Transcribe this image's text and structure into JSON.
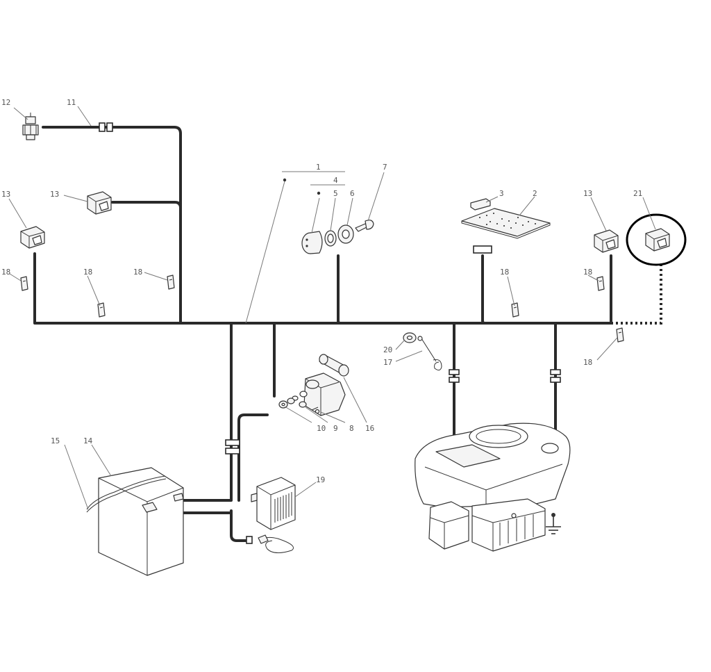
{
  "callouts": {
    "c1": "1",
    "c2": "2",
    "c3": "3",
    "c4": "4",
    "c5": "5",
    "c6": "6",
    "c7": "7",
    "c8": "8",
    "c9": "9",
    "c10": "10",
    "c11": "11",
    "c12": "12",
    "c13a": "13",
    "c13b": "13",
    "c13c": "13",
    "c14": "14",
    "c15": "15",
    "c16": "16",
    "c17": "17",
    "c18a": "18",
    "c18b": "18",
    "c18c": "18",
    "c18d": "18",
    "c18e": "18",
    "c18f": "18",
    "c19": "19",
    "c20": "20",
    "c21": "21"
  },
  "colors": {
    "wire": "#2a2a2a",
    "highlight": "#000000",
    "label": "#555555"
  },
  "icons": [
    "ground-icon",
    "oil-pressure-sensor-icon",
    "safety-switch-icon",
    "battery-icon",
    "engine-icon",
    "charger-icon",
    "solenoid-icon",
    "ignition-key-icon",
    "circuit-board-icon",
    "cable-clip-icon"
  ]
}
